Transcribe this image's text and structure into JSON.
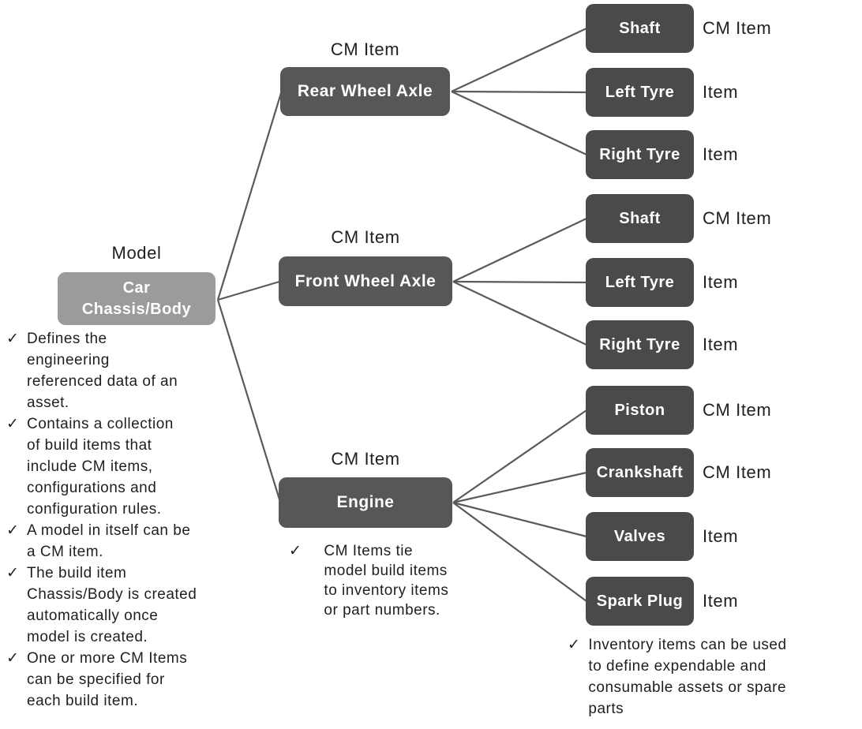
{
  "diagram": {
    "model_label": "Model",
    "check_glyph": "✓",
    "colors": {
      "root_box": "#9b9b9b",
      "branch_box": "#575757",
      "leaf_box": "#4a4a4a",
      "line": "#5a5a5a",
      "text": "#1f1f1f",
      "box_text": "#ffffff"
    },
    "root": {
      "label": "Car\nChassis/Body"
    },
    "branches": [
      {
        "tag": "CM Item",
        "label": "Rear Wheel Axle",
        "leaves": [
          {
            "label": "Shaft",
            "tag": "CM Item"
          },
          {
            "label": "Left Tyre",
            "tag": "Item"
          },
          {
            "label": "Right Tyre",
            "tag": "Item"
          }
        ]
      },
      {
        "tag": "CM Item",
        "label": "Front Wheel Axle",
        "leaves": [
          {
            "label": "Shaft",
            "tag": "CM Item"
          },
          {
            "label": "Left Tyre",
            "tag": "Item"
          },
          {
            "label": "Right Tyre",
            "tag": "Item"
          }
        ]
      },
      {
        "tag": "CM Item",
        "label": "Engine",
        "leaves": [
          {
            "label": "Piston",
            "tag": "CM Item"
          },
          {
            "label": "Crankshaft",
            "tag": "CM Item"
          },
          {
            "label": "Valves",
            "tag": "Item"
          },
          {
            "label": "Spark Plug",
            "tag": "Item"
          }
        ]
      }
    ],
    "notes": {
      "model": [
        "Defines the\nengineering\nreferenced data of an\nasset.",
        "Contains a collection\nof build items that\ninclude CM items,\nconfigurations and\nconfiguration rules.",
        "A model in itself can be\na CM item.",
        "The build item\nChassis/Body is created\nautomatically once\nmodel is created.",
        "One or more CM Items\ncan be specified for\neach build item."
      ],
      "cm_item": "CM Items tie\nmodel build items\nto inventory items\nor part numbers.",
      "inventory": "Inventory items can be used\nto define expendable and\nconsumable assets or spare\nparts"
    }
  }
}
